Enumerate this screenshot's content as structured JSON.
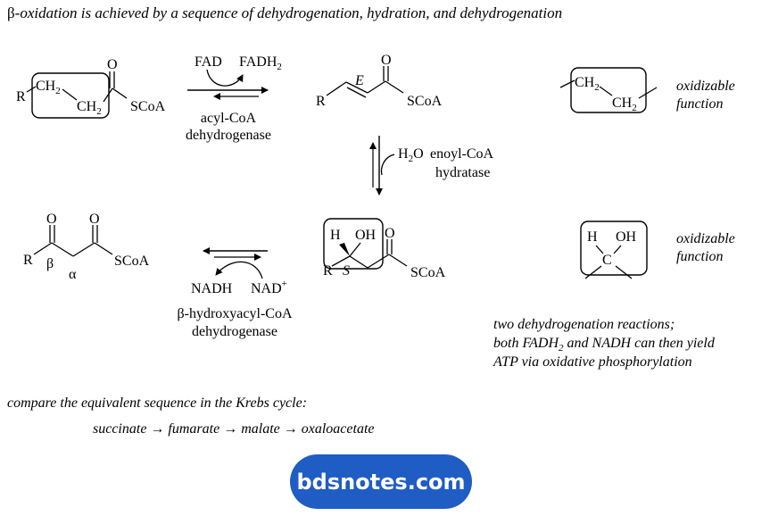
{
  "caption": {
    "beta": "β",
    "rest": "-oxidation is achieved by a sequence of dehydrogenation, hydration, and  dehydrogenation"
  },
  "step1": {
    "cofactor_in": "FAD",
    "cofactor_out": "FADH",
    "cofactor_out_sub": "2",
    "enzyme_line1": "acyl-CoA",
    "enzyme_line2": "dehydrogenase"
  },
  "step2": {
    "water": "H",
    "water_sub": "2",
    "water_tail": "O",
    "enzyme_line1": "enoyl-CoA",
    "enzyme_line2": "hydratase"
  },
  "step3": {
    "cofactor_in": "NADH",
    "cofactor_out": "NAD",
    "cofactor_out_sup": "+",
    "enzyme_line1": "β-hydroxyacyl-CoA",
    "enzyme_line2": "dehydrogenase"
  },
  "molecules": {
    "acyl": {
      "r": "R",
      "ch2_a": "CH",
      "ch2_b": "CH",
      "sub": "2",
      "o": "O",
      "scoa": "SCoA"
    },
    "enoyl": {
      "r": "R",
      "e": "E",
      "o": "O",
      "scoa": "SCoA"
    },
    "hydroxy": {
      "h": "H",
      "oh": "OH",
      "r": "R",
      "s": "S",
      "o": "O",
      "scoa": "SCoA"
    },
    "keto": {
      "r": "R",
      "beta": "β",
      "alpha": "α",
      "o1": "O",
      "o2": "O",
      "scoa": "SCoA"
    }
  },
  "motifs": {
    "ch2_a": "CH",
    "ch2_b": "CH",
    "sub": "2",
    "h": "H",
    "oh": "OH",
    "c": "C",
    "label_line1": "oxidizable",
    "label_line2": "function"
  },
  "summary": {
    "line1": "two dehydrogenation reactions;",
    "line2_pre": "both FADH",
    "line2_sub": "2",
    "line2_post": " and NADH can then yield",
    "line3": "ATP via oxidative phosphorylation"
  },
  "krebs": {
    "intro": "compare the equivalent sequence in the Krebs cycle:",
    "sequence": "succinate → fumarate → malate → oxaloacetate"
  },
  "badge": {
    "text": "bdsnotes.com",
    "color": "#1f5cc4"
  }
}
